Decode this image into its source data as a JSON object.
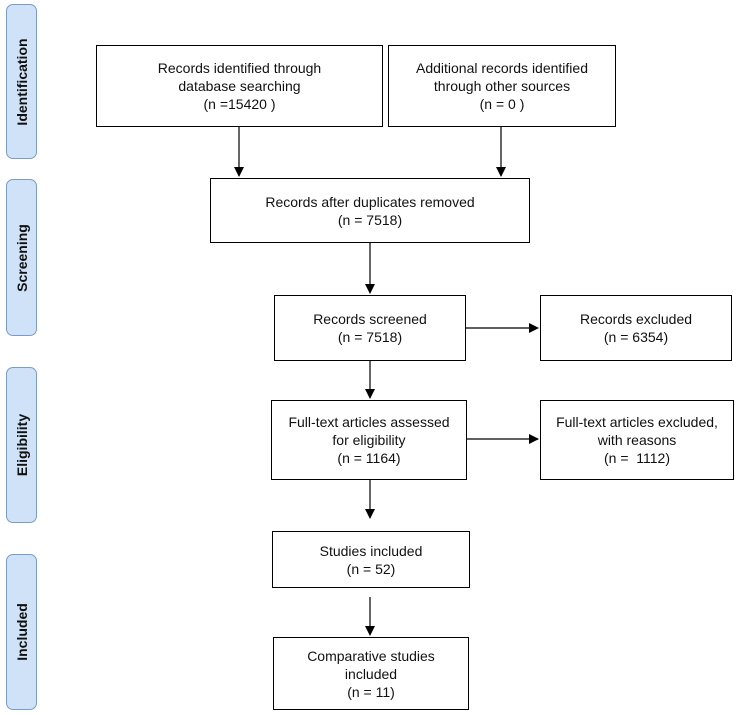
{
  "stages": {
    "identification": "Identification",
    "screening": "Screening",
    "eligibility": "Eligibility",
    "included": "Included"
  },
  "boxes": {
    "records_identified": {
      "lines": [
        "Records identified through",
        "database searching",
        "(n =15420 )"
      ]
    },
    "additional_records": {
      "lines": [
        "Additional records identified",
        "through other sources",
        "(n = 0 )"
      ]
    },
    "after_duplicates": {
      "lines": [
        "Records after duplicates removed",
        "(n = 7518)"
      ]
    },
    "records_screened": {
      "lines": [
        "Records screened",
        "(n = 7518)"
      ]
    },
    "records_excluded": {
      "lines": [
        "Records excluded",
        "(n = 6354)"
      ]
    },
    "fulltext_assessed": {
      "lines": [
        "Full-text articles assessed",
        "for eligibility",
        "(n = 1164)"
      ]
    },
    "fulltext_excluded": {
      "lines": [
        "Full-text articles excluded,",
        "with reasons",
        "(n =  1112)"
      ]
    },
    "studies_included": {
      "lines": [
        "Studies included",
        "(n = 52)"
      ]
    },
    "comparative_included": {
      "lines": [
        "Comparative studies",
        "included",
        "(n = 11)"
      ]
    }
  },
  "colors": {
    "stage_fill": "#cfe2f8",
    "stage_border": "#7a9cc9",
    "box_border": "#000000",
    "arrow": "#000000"
  }
}
